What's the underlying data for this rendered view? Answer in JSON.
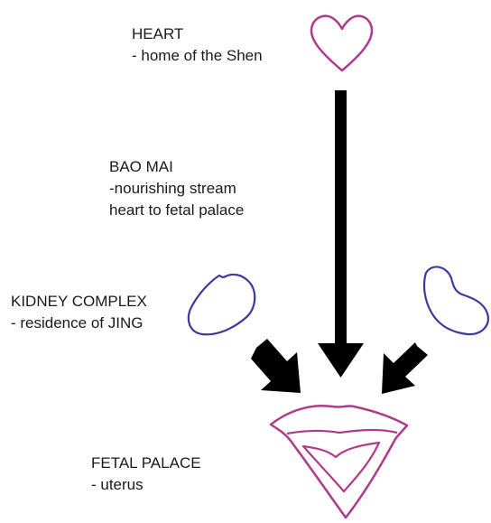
{
  "colors": {
    "heart": "#b03a8a",
    "kidney": "#3a3aa0",
    "fetal_palace": "#b03a8a",
    "arrow": "#000000",
    "text": "#1a1a1a"
  },
  "heart": {
    "title": "HEART",
    "description": "- home of the Shen"
  },
  "bao_mai": {
    "title": "BAO MAI",
    "line1": "-nourishing stream",
    "line2": "heart to fetal palace"
  },
  "kidney": {
    "title": "KIDNEY COMPLEX",
    "description": "- residence of JING"
  },
  "fetal_palace": {
    "title": "FETAL PALACE",
    "description": "- uterus"
  },
  "icons": [
    "heart-shape",
    "kidney-shape-left",
    "kidney-shape-right",
    "uterus-shape",
    "arrow-down",
    "arrow-down-right",
    "arrow-down-left"
  ]
}
